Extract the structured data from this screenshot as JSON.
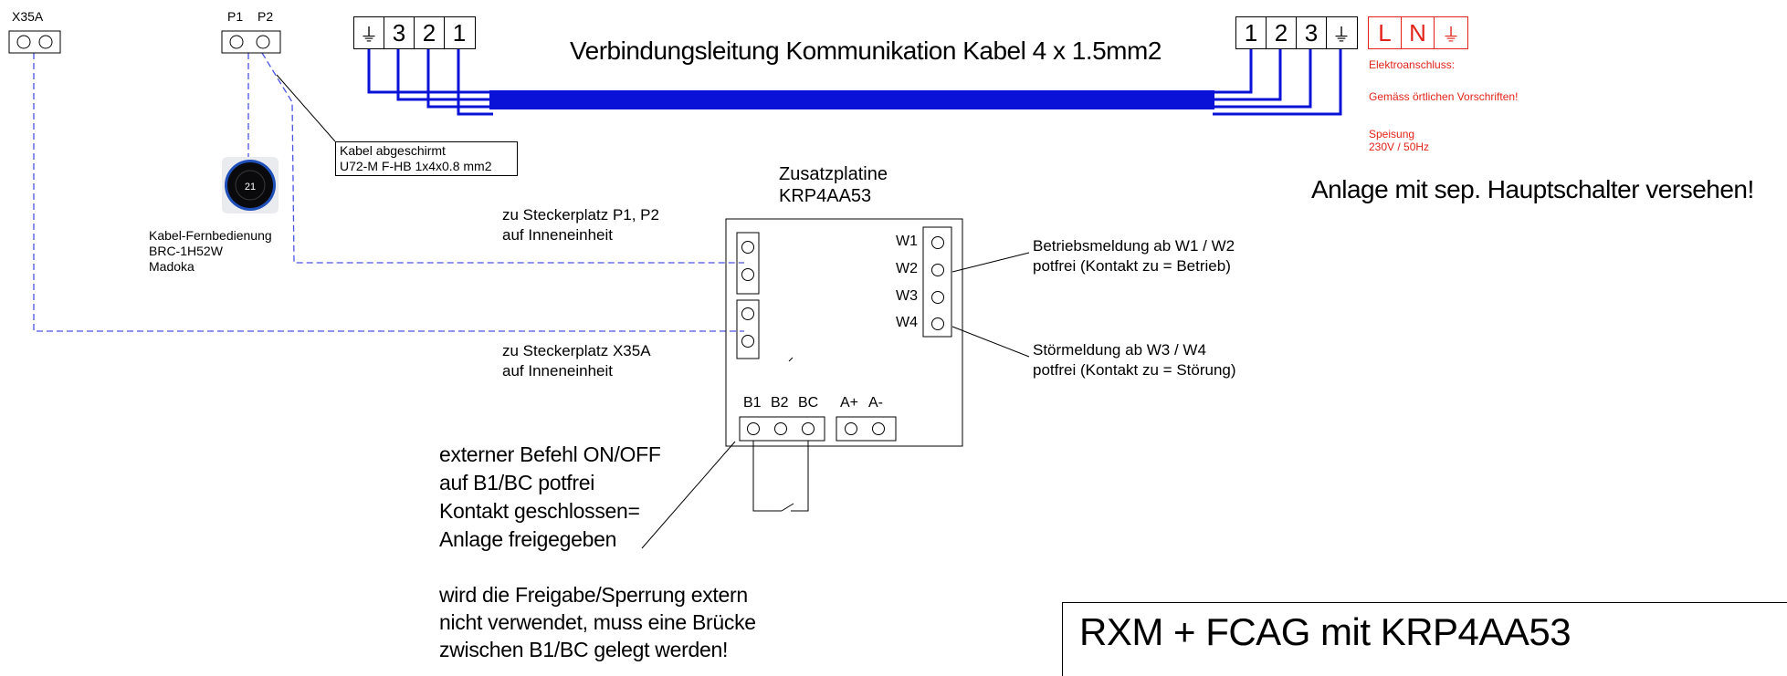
{
  "terminals": {
    "x35a": "X35A",
    "p1": "P1",
    "p2": "P2"
  },
  "cable_strip_left": [
    "⏚",
    "3",
    "2",
    "1"
  ],
  "cable_strip_right": [
    "1",
    "2",
    "3",
    "⏚"
  ],
  "power_strip": [
    "L",
    "N",
    "⏚"
  ],
  "cable_title": "Verbindungsleitung Kommunikation Kabel 4 x 1.5mm2",
  "power_notes": {
    "anschluss": "Elektroanschluss:",
    "vorschriften": "Gemäss örtlichen Vorschriften!",
    "speisung_1": "Speisung",
    "speisung_2": "230V / 50Hz"
  },
  "main_switch_note": "Anlage mit sep. Hauptschalter versehen!",
  "shielded_cable": {
    "line1": "Kabel abgeschirmt",
    "line2": "U72-M F-HB 1x4x0.8 mm2"
  },
  "remote": {
    "display": "21",
    "line1": "Kabel-Fernbedienung",
    "line2": "BRC-1H52W",
    "line3": "Madoka"
  },
  "board": {
    "title1": "Zusatzplatine",
    "title2": "KRP4AA53",
    "w_labels": [
      "W1",
      "W2",
      "W3",
      "W4"
    ],
    "b_labels": [
      "B1",
      "B2",
      "BC"
    ],
    "a_labels": [
      "A+",
      "A-"
    ]
  },
  "notes": {
    "p1p2_1": "zu Steckerplatz P1, P2",
    "p1p2_2": "auf Inneneinheit",
    "x35a_1": "zu Steckerplatz X35A",
    "x35a_2": "auf Inneneinheit",
    "betrieb_1": "Betriebsmeldung ab W1 / W2",
    "betrieb_2": "potfrei (Kontakt zu = Betrieb)",
    "stoerung_1": "Störmeldung ab W3 / W4",
    "stoerung_2": "potfrei (Kontakt zu = Störung)",
    "extern_1": "externer Befehl ON/OFF",
    "extern_2": "auf B1/BC potfrei",
    "extern_3": "Kontakt geschlossen=",
    "extern_4": "Anlage freigegeben",
    "bridge_1": "wird die Freigabe/Sperrung extern",
    "bridge_2": "nicht verwendet, muss eine Brücke",
    "bridge_3": "zwischen B1/BC gelegt werden!"
  },
  "title_block": "RXM  + FCAG mit KRP4AA53",
  "colors": {
    "cable_blue": "#0b12d8",
    "dashed_blue": "#4a55e0",
    "warning_red": "#e2231a"
  }
}
